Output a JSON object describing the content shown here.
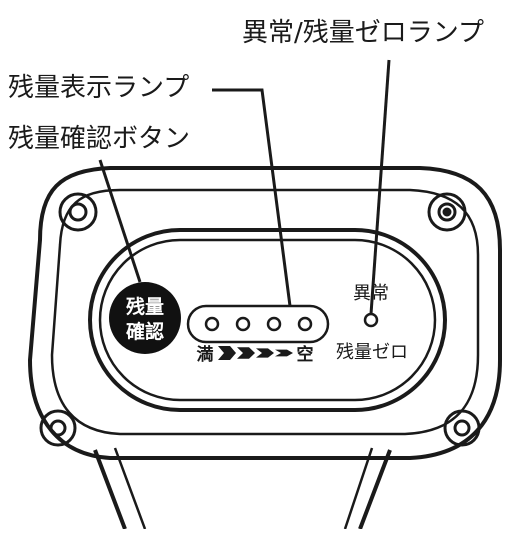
{
  "callouts": {
    "error_zero_lamp": "異常/残量ゼロランプ",
    "level_lamp": "残量表示ランプ",
    "check_button": "残量確認ボタン"
  },
  "device": {
    "button_line1": "残量",
    "button_line2": "確認",
    "full_label": "満",
    "empty_label": "空",
    "error_label": "異常",
    "zero_label": "残量ゼロ",
    "level_lamp_count": 4,
    "gauge_arrow_count": 4
  },
  "colors": {
    "outline": "#1a1a1a",
    "background": "#ffffff",
    "button_fill": "#111111",
    "button_text": "#ffffff"
  }
}
